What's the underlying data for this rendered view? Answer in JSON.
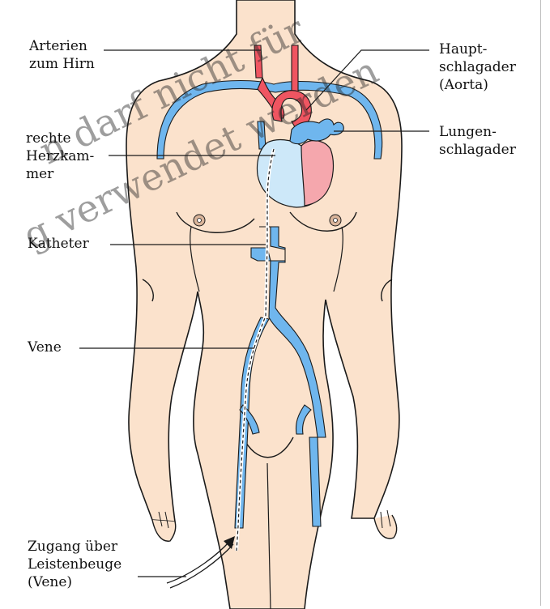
{
  "colors": {
    "skin": "#fbe2cc",
    "vein": "#6fb6ee",
    "artery": "#ef5561",
    "heart_light": "#cde8f9",
    "heart_pink": "#f5a7ad",
    "outline": "#1a1a1a"
  },
  "labels": {
    "arterien": "Arterien\nzum Hirn",
    "hauptschlagader": "Haupt-\nschlagader\n(Aorta)",
    "herzkammer": "rechte\nHerzkam-\nmer",
    "lungenschlagader": "Lungen-\nschlagader",
    "katheter": "Katheter",
    "vene": "Vene",
    "zugang": "Zugang über\nLeistenbeuge\n(Vene)"
  },
  "watermark": {
    "line1": "n darf nicht für",
    "line2": "g verwendet werden"
  }
}
